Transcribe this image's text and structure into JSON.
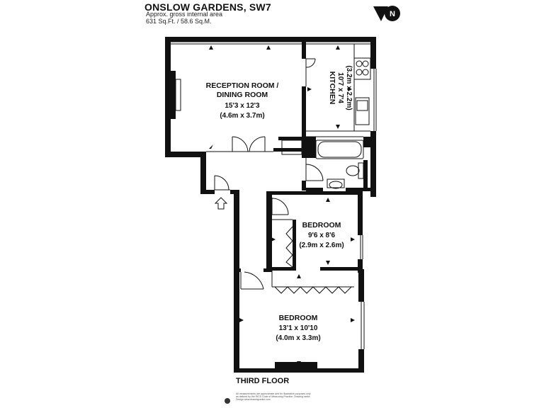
{
  "header": {
    "title": "ONSLOW GARDENS, SW7",
    "area_label": "Approx. gross internal area",
    "area_value": "631 Sq.Ft. / 58.6 Sq.M."
  },
  "compass": {
    "icon": "north-arrow-icon",
    "letter": "N"
  },
  "rooms": {
    "reception": {
      "name_1": "RECEPTION ROOM /",
      "name_2": "DINING ROOM",
      "dim_imperial": "15'3 x 12'3",
      "dim_metric": "(4.6m x 3.7m)"
    },
    "kitchen": {
      "name": "KITCHEN",
      "dim_imperial": "10'7 x 7'4",
      "dim_metric": "(3.2m x 2.2m)"
    },
    "bedroom_1": {
      "name": "BEDROOM",
      "dim_imperial": "9'6 x 8'6",
      "dim_metric": "(2.9m x 2.6m)"
    },
    "bedroom_2": {
      "name": "BEDROOM",
      "dim_imperial": "13'1 x 10'10",
      "dim_metric": "(4.0m x 3.3m)"
    }
  },
  "floor_label": "THIRD FLOOR",
  "disclaimer": "All measurements are approximate and for illustrative purposes only as defined by the RICS Code of Measuring Practice. Drawing ranks Design www.drawingranks.com"
}
